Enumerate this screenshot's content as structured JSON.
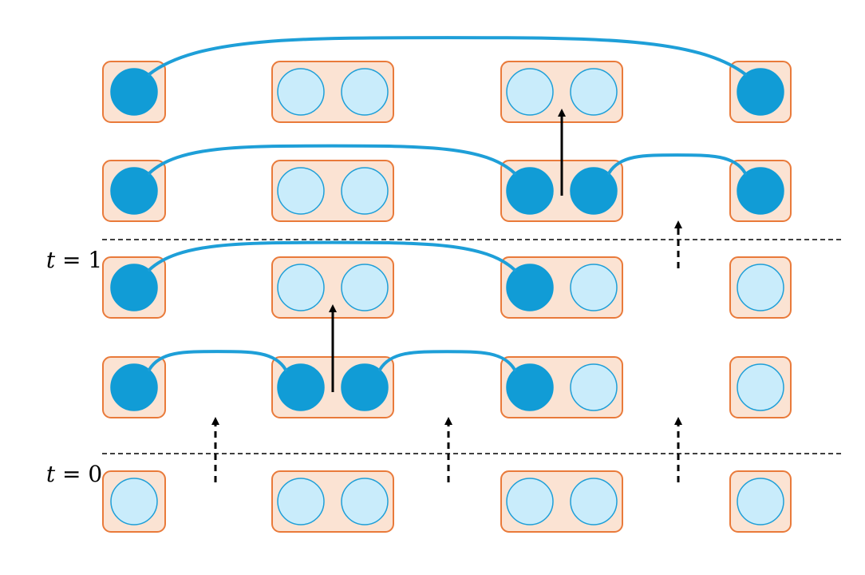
{
  "colors": {
    "box_fill": "#fbe3d3",
    "box_stroke": "#e97a3a",
    "node_filled": "#119cd6",
    "node_empty_fill": "#c9ecfb",
    "node_empty_stroke": "#1e9fd8",
    "link": "#1e9fd8",
    "arrow": "#000000",
    "dashed_line": "#000000"
  },
  "time_labels": [
    {
      "var": "t",
      "eq": " = ",
      "value": "1"
    },
    {
      "var": "t",
      "eq": " = ",
      "value": "0"
    }
  ],
  "rows": [
    {
      "states": [
        [
          "filled"
        ],
        [
          "empty",
          "empty"
        ],
        [
          "empty",
          "empty"
        ],
        [
          "filled"
        ]
      ]
    },
    {
      "states": [
        [
          "filled"
        ],
        [
          "empty",
          "empty"
        ],
        [
          "filled",
          "filled"
        ],
        [
          "filled"
        ]
      ]
    },
    {
      "states": [
        [
          "filled"
        ],
        [
          "empty",
          "empty"
        ],
        [
          "filled",
          "empty"
        ],
        [
          "empty"
        ]
      ]
    },
    {
      "states": [
        [
          "filled"
        ],
        [
          "filled",
          "filled"
        ],
        [
          "filled",
          "empty"
        ],
        [
          "empty"
        ]
      ]
    },
    {
      "states": [
        [
          "empty"
        ],
        [
          "empty",
          "empty"
        ],
        [
          "empty",
          "empty"
        ],
        [
          "empty"
        ]
      ]
    }
  ],
  "links": [
    {
      "row": 0,
      "from": [
        0,
        0
      ],
      "to": [
        3,
        0
      ]
    },
    {
      "row": 1,
      "from": [
        0,
        0
      ],
      "to": [
        2,
        0
      ]
    },
    {
      "row": 1,
      "from": [
        2,
        1
      ],
      "to": [
        3,
        0
      ]
    },
    {
      "row": 2,
      "from": [
        0,
        0
      ],
      "to": [
        2,
        0
      ]
    },
    {
      "row": 3,
      "from": [
        0,
        0
      ],
      "to": [
        1,
        0
      ]
    },
    {
      "row": 3,
      "from": [
        1,
        1
      ],
      "to": [
        2,
        0
      ]
    }
  ],
  "solid_arrows": [
    {
      "from_row": 1,
      "to_row": 0,
      "block": 2
    },
    {
      "from_row": 3,
      "to_row": 2,
      "block": 1
    }
  ],
  "dashed_arrows": [
    {
      "from_row": 2,
      "to_row": 1,
      "gap": 2
    },
    {
      "from_row": 4,
      "to_row": 3,
      "gap": 0
    },
    {
      "from_row": 4,
      "to_row": 3,
      "gap": 1
    },
    {
      "from_row": 4,
      "to_row": 3,
      "gap": 2
    }
  ]
}
